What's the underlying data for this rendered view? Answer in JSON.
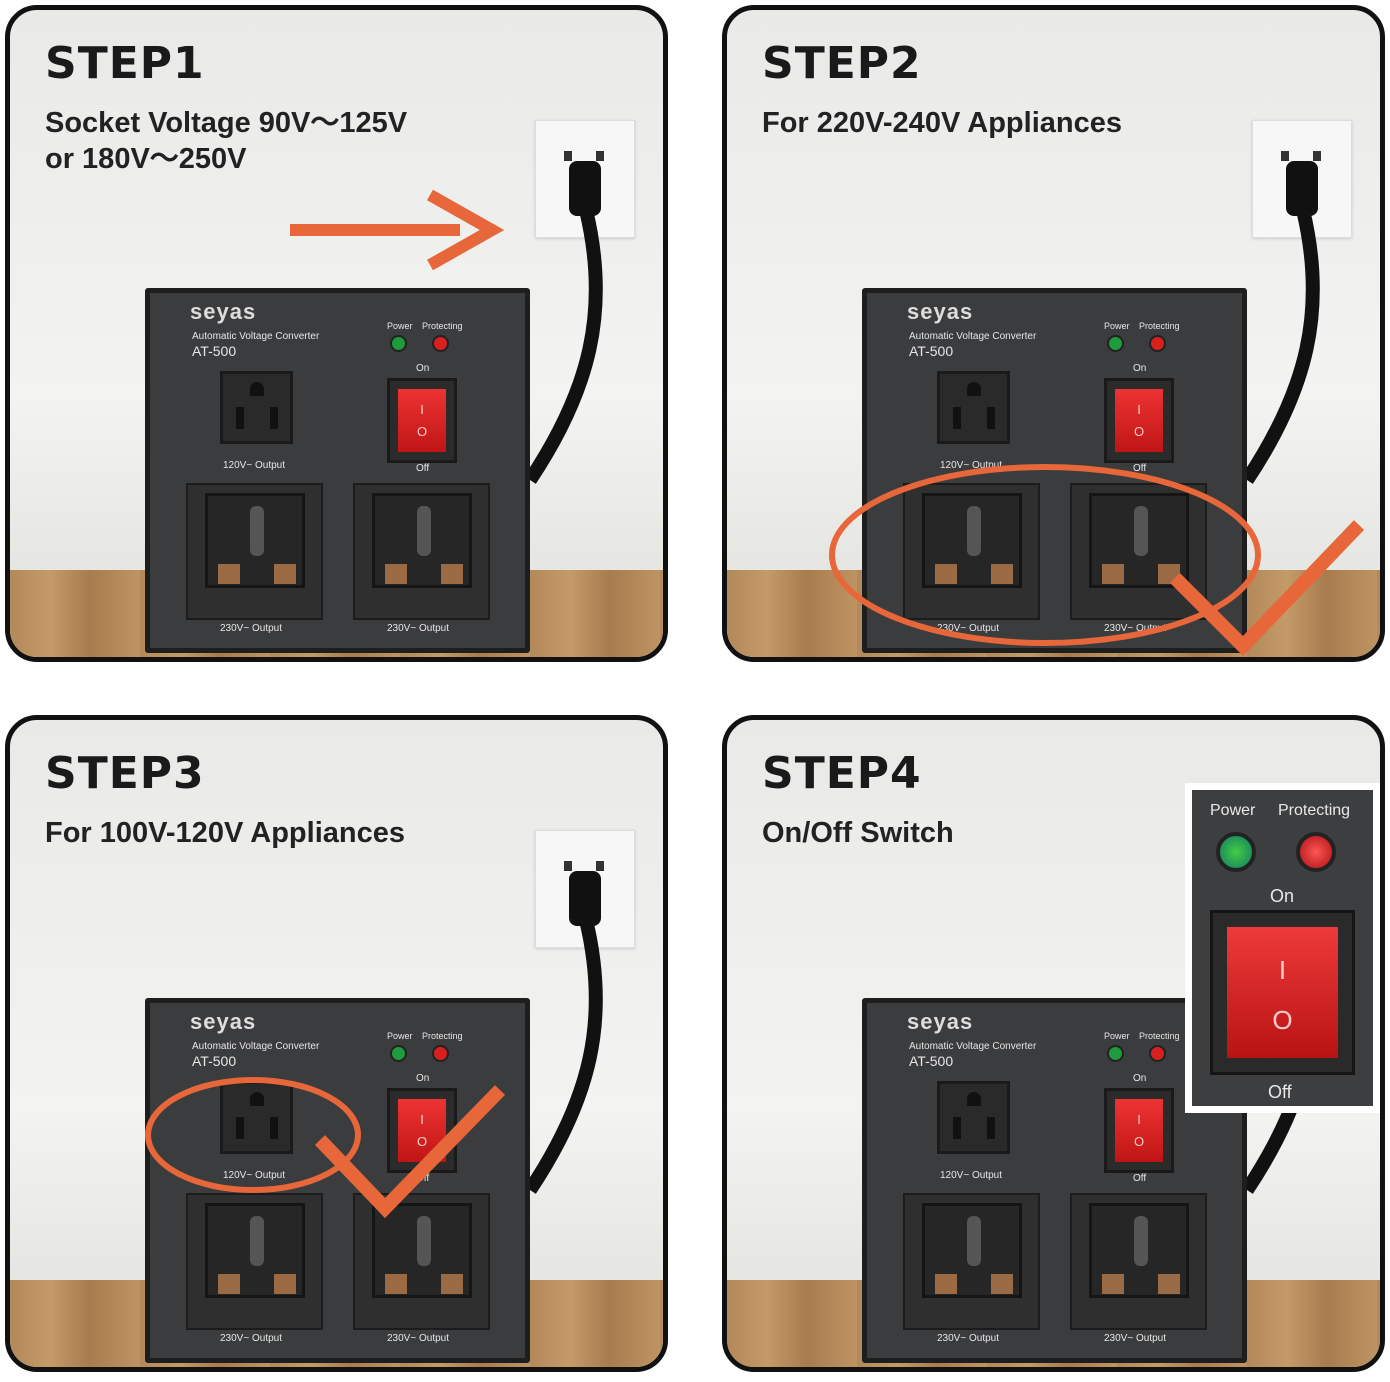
{
  "steps": [
    {
      "title": "STEP1",
      "subtitle_lines": [
        "Socket Voltage 90V～125V",
        "or 180V～250V"
      ],
      "overlay": "arrow"
    },
    {
      "title": "STEP2",
      "subtitle_lines": [
        "For 220V-240V  Appliances"
      ],
      "overlay": "circle-230v-outputs-check"
    },
    {
      "title": "STEP3",
      "subtitle_lines": [
        "For 100V-120V Appliances"
      ],
      "overlay": "circle-120v-output-check"
    },
    {
      "title": "STEP4",
      "subtitle_lines": [
        "On/Off Switch"
      ],
      "overlay": "switch-closeup"
    }
  ],
  "device": {
    "brand": "seyas",
    "description": "Automatic Voltage Converter",
    "model": "AT-500",
    "power_label": "Power",
    "protecting_label": "Protecting",
    "on_label": "On",
    "off_label": "Off",
    "switch_on_symbol": "I",
    "switch_off_symbol": "O",
    "output_120": "120V~ Output",
    "output_230": "230V~ Output"
  },
  "colors": {
    "accent": "#e8673a",
    "power_led": "#1f9a3c",
    "protect_led": "#d8201f",
    "switch": "#d82020"
  }
}
